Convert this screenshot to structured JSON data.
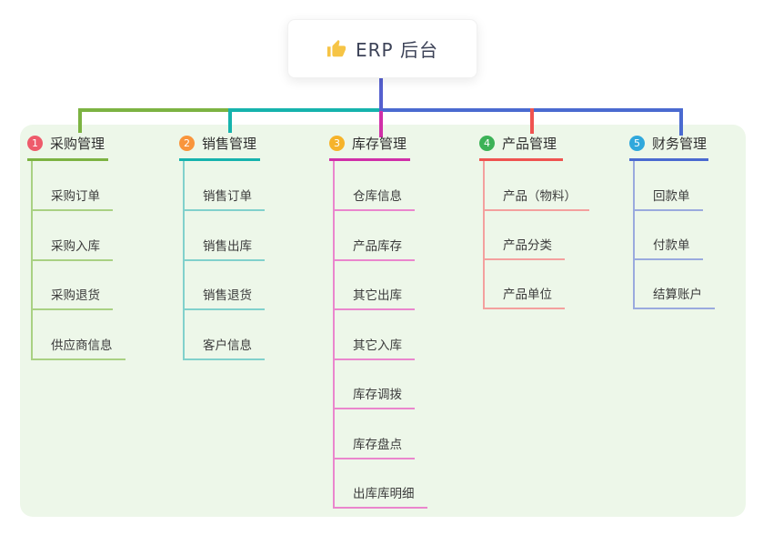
{
  "root": {
    "icon": "thumbs-up-icon",
    "label": "ERP 后台"
  },
  "colors": {
    "canvas_bg": "#ffffff",
    "panel_bg": "#edf7e9",
    "root_connector": "#5560cf",
    "thumb_icon": "#f6c445"
  },
  "branches": [
    {
      "badge": "1",
      "label": "采购管理",
      "line_color": "#7cb342",
      "child_line_color": "#a9d183",
      "badge_color": "#ee5b6b",
      "children": [
        "采购订单",
        "采购入库",
        "采购退货",
        "供应商信息"
      ]
    },
    {
      "badge": "2",
      "label": "销售管理",
      "line_color": "#16b3ad",
      "child_line_color": "#81d1cc",
      "badge_color": "#f9953c",
      "children": [
        "销售订单",
        "销售出库",
        "销售退货",
        "客户信息"
      ]
    },
    {
      "badge": "3",
      "label": "库存管理",
      "line_color": "#d02fa8",
      "child_line_color": "#ea86cd",
      "badge_color": "#f6b32a",
      "children": [
        "仓库信息",
        "产品库存",
        "其它出库",
        "其它入库",
        "库存调拨",
        "库存盘点",
        "出库库明细"
      ]
    },
    {
      "badge": "4",
      "label": "产品管理",
      "line_color": "#ef5350",
      "child_line_color": "#f4a09e",
      "badge_color": "#3cb257",
      "children": [
        "产品（物料）",
        "产品分类",
        "产品单位"
      ]
    },
    {
      "badge": "5",
      "label": "财务管理",
      "line_color": "#4a6ad0",
      "child_line_color": "#9aaade",
      "badge_color": "#30a8dc",
      "children": [
        "回款单",
        "付款单",
        "结算账户"
      ]
    }
  ]
}
